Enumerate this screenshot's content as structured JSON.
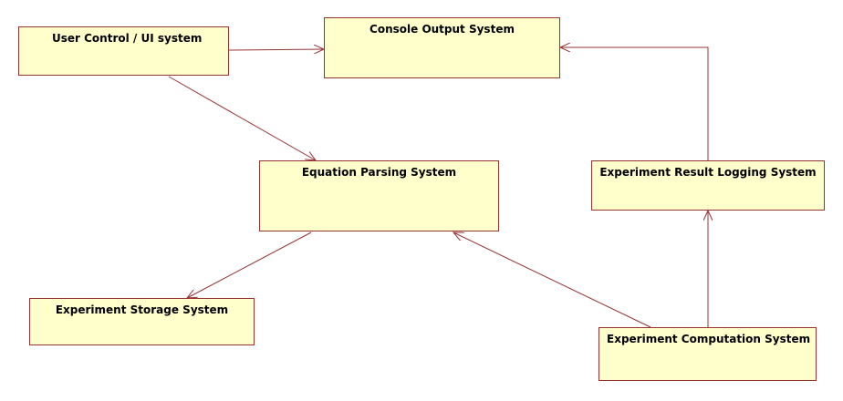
{
  "diagram": {
    "nodes": {
      "user_control": {
        "label": "User Control / UI system"
      },
      "console_output": {
        "label": "Console Output System"
      },
      "equation_parsing": {
        "label": "Equation Parsing System"
      },
      "result_logging": {
        "label": "Experiment Result Logging System"
      },
      "experiment_storage": {
        "label": "Experiment Storage System"
      },
      "experiment_computation": {
        "label": "Experiment Computation System"
      }
    },
    "edges": [
      {
        "from": "User Control / UI system",
        "to": "Console Output System"
      },
      {
        "from": "User Control / UI system",
        "to": "Equation Parsing System"
      },
      {
        "from": "Equation Parsing System",
        "to": "Experiment Storage System"
      },
      {
        "from": "Experiment Computation System",
        "to": "Equation Parsing System"
      },
      {
        "from": "Experiment Computation System",
        "to": "Experiment Result Logging System"
      },
      {
        "from": "Experiment Result Logging System",
        "to": "Console Output System"
      }
    ],
    "colors": {
      "box_fill": "#ffffcc",
      "box_border": "#993333",
      "arrow": "#993333"
    }
  }
}
